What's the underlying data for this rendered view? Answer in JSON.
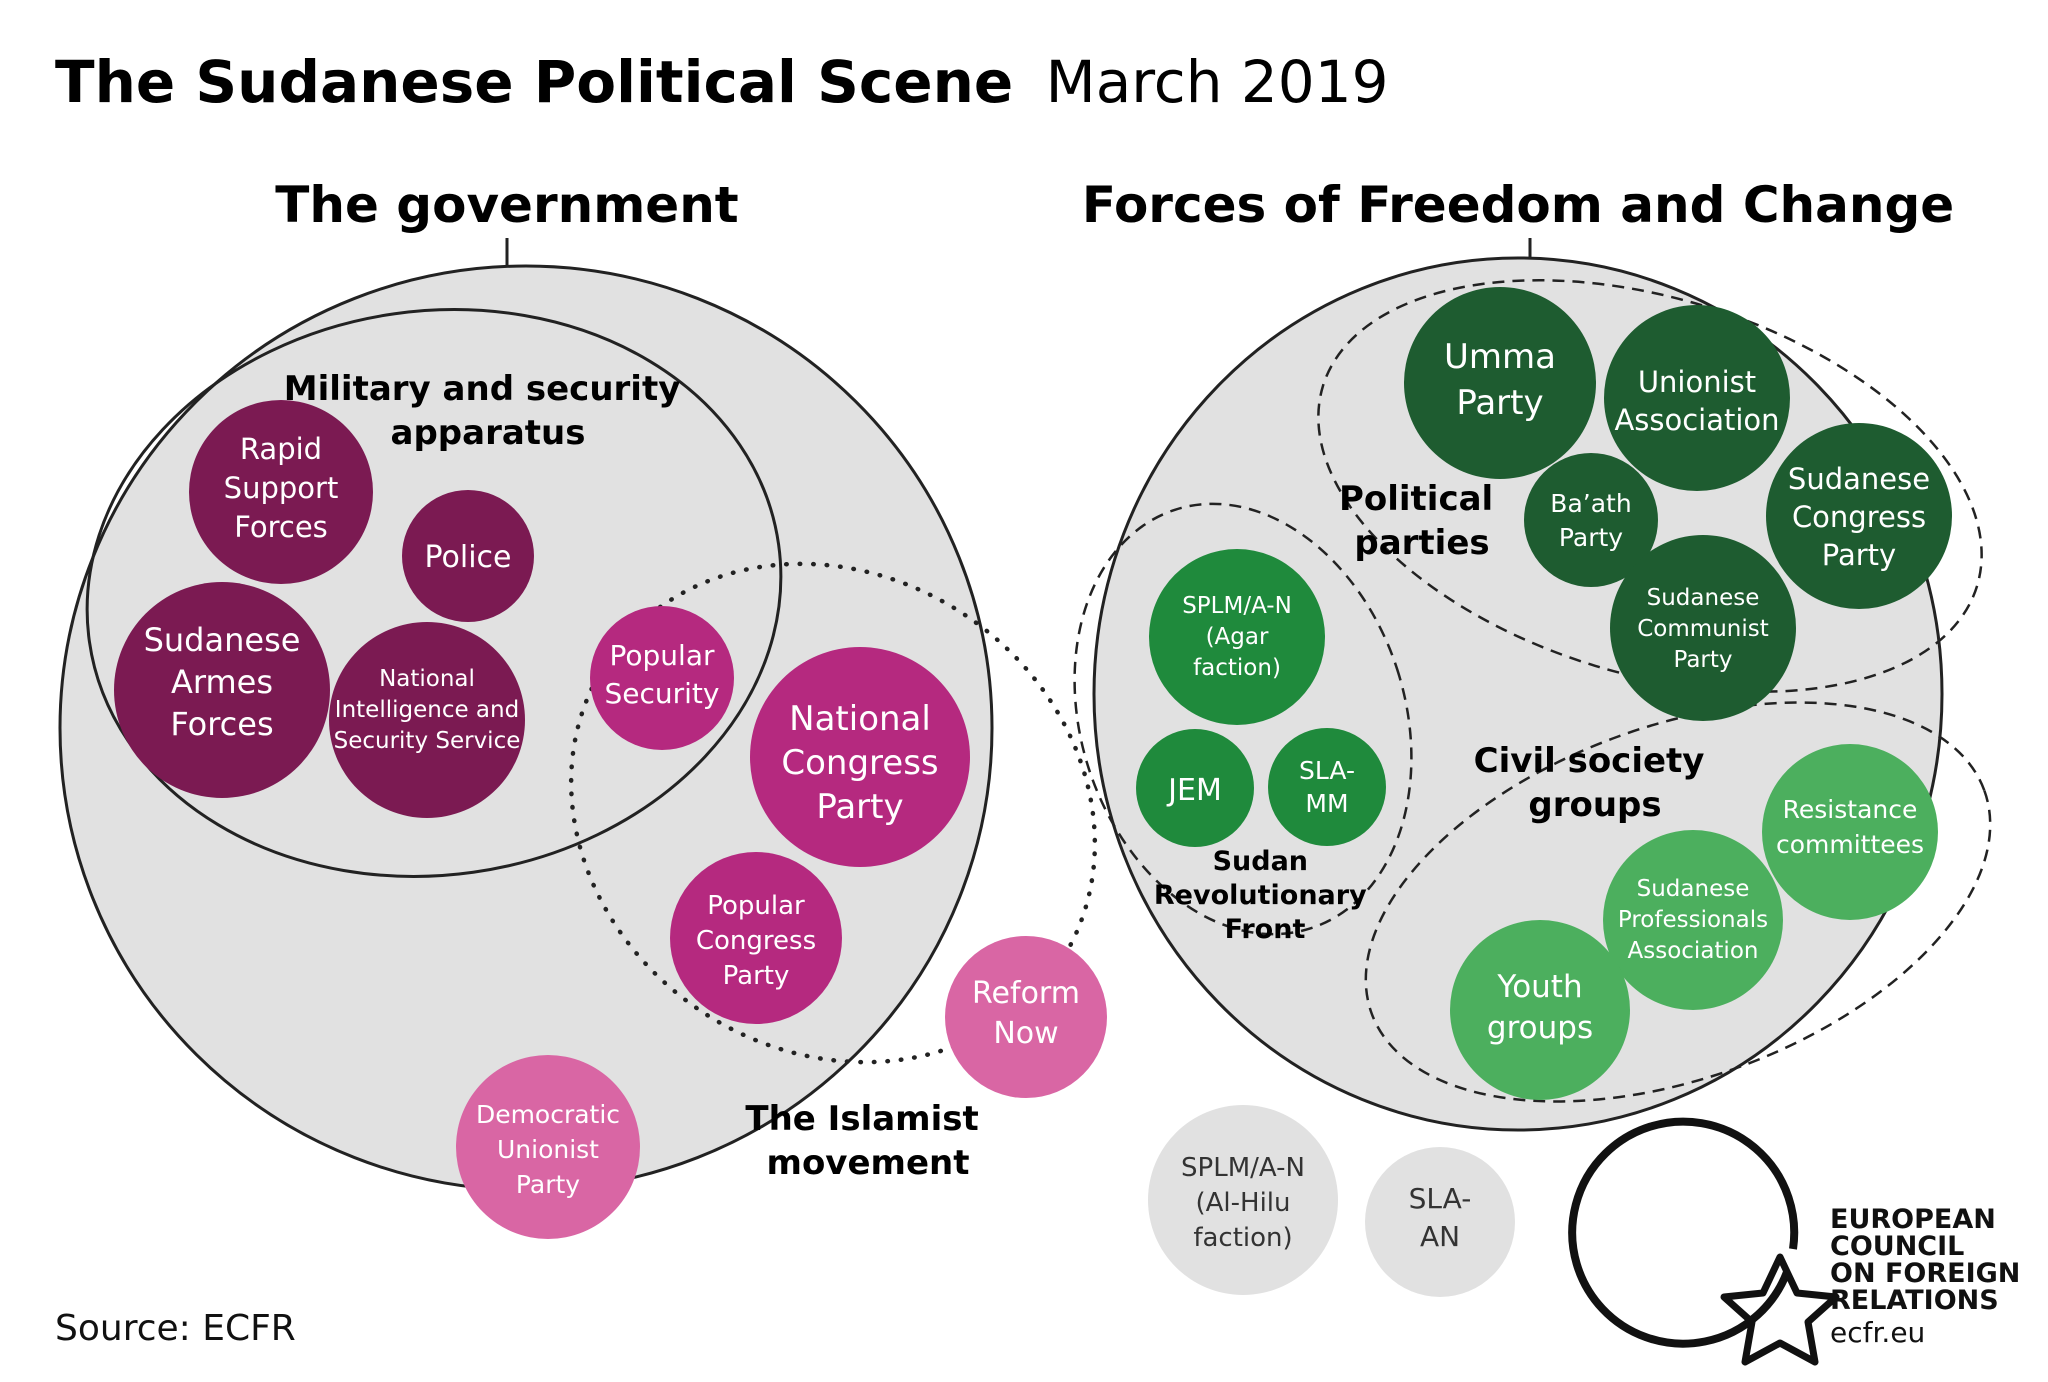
{
  "header": {
    "title_bold": "The Sudanese Political Scene",
    "title_date": "March 2019"
  },
  "sections": {
    "government": "The government",
    "ffc": "Forces of Freedom and Change"
  },
  "groups": {
    "military": [
      "Military and security",
      "apparatus"
    ],
    "islamist": [
      "The Islamist",
      "movement"
    ],
    "political_parties": [
      "Political",
      "parties"
    ],
    "srf": [
      "Sudan",
      "Revolutionary",
      "Front"
    ],
    "civil_society": [
      "Civil society",
      "groups"
    ]
  },
  "actors": {
    "rsf": [
      "Rapid",
      "Support",
      "Forces"
    ],
    "police": [
      "Police"
    ],
    "saf": [
      "Sudanese",
      "Armes",
      "Forces"
    ],
    "niss": [
      "National",
      "Intelligence and",
      "Security Service"
    ],
    "popular_security": [
      "Popular",
      "Security"
    ],
    "ncp": [
      "National",
      "Congress",
      "Party"
    ],
    "pcp": [
      "Popular",
      "Congress",
      "Party"
    ],
    "reform_now": [
      "Reform",
      "Now"
    ],
    "dup": [
      "Democratic",
      "Unionist",
      "Party"
    ],
    "umma": [
      "Umma",
      "Party"
    ],
    "unionist": [
      "Unionist",
      "Association"
    ],
    "baath": [
      "Ba’ath",
      "Party"
    ],
    "scp_congress": [
      "Sudanese",
      "Congress",
      "Party"
    ],
    "communist": [
      "Sudanese",
      "Communist",
      "Party"
    ],
    "splm_agar": [
      "SPLM/A-N",
      "(Agar",
      "faction)"
    ],
    "jem": [
      "JEM"
    ],
    "sla_mm": [
      "SLA-",
      "MM"
    ],
    "resistance": [
      "Resistance",
      "committees"
    ],
    "spa": [
      "Sudanese",
      "Professionals",
      "Association"
    ],
    "youth": [
      "Youth",
      "groups"
    ],
    "splm_hilu": [
      "SPLM/A-N",
      "(Al-Hilu",
      "faction)"
    ],
    "sla_an": [
      "SLA-",
      "AN"
    ]
  },
  "footer": {
    "source": "Source: ECFR",
    "logo_lines": [
      "EUROPEAN",
      "COUNCIL",
      "ON FOREIGN",
      "RELATIONS"
    ],
    "logo_url": "ecfr.eu"
  },
  "colors": {
    "background_circle": "#e1e1e1",
    "military": "#7b1a52",
    "islamist": "#b5297f",
    "islamist_light": "#d966a4",
    "party_dark_green": "#1e5c30",
    "srf_green": "#1f8a3c",
    "civil_green": "#4caf5e",
    "neutral_grey": "#e1e1e1"
  }
}
